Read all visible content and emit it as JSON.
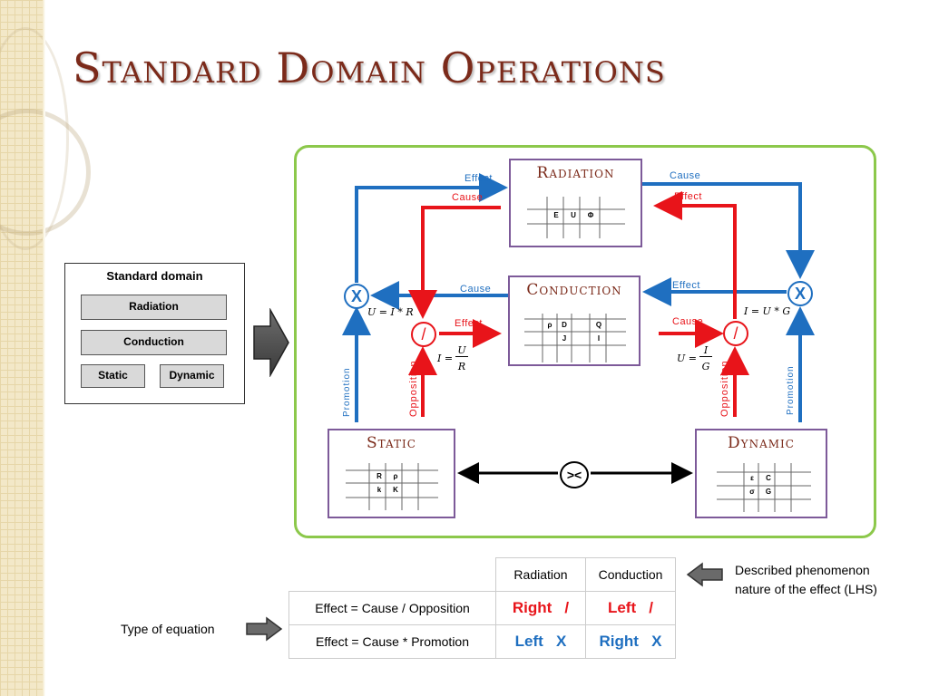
{
  "title": "Standard Domain Operations",
  "standard_domain": {
    "title": "Standard domain",
    "radiation": "Radiation",
    "conduction": "Conduction",
    "static": "Static",
    "dynamic": "Dynamic"
  },
  "boxes": {
    "radiation": {
      "title": "Radiation",
      "cells": [
        "E",
        "U",
        "Φ"
      ]
    },
    "conduction": {
      "title": "Conduction",
      "cells": [
        "ρ",
        "D",
        "Q",
        "J",
        "I"
      ]
    },
    "static": {
      "title": "Static",
      "cells": [
        "R",
        "ρ",
        "k",
        "K"
      ]
    },
    "dynamic": {
      "title": "Dynamic",
      "cells": [
        "ε",
        "C",
        "σ",
        "G"
      ]
    }
  },
  "labels": {
    "effect": "Effect",
    "cause": "Cause",
    "promotion": "Promotion",
    "opposition": "Opposition"
  },
  "operators": {
    "multiply": "X",
    "divide": "/",
    "compare": "><"
  },
  "equations": {
    "u_ir": "U = I * R",
    "i_ug": "I = U * G",
    "i_lhs": "I =",
    "i_num": "U",
    "i_den": "R",
    "u_lhs": "U =",
    "u_num": "I",
    "u_den": "G"
  },
  "table": {
    "headers": [
      "Radiation",
      "Conduction"
    ],
    "rows": [
      {
        "label": "Effect = Cause / Opposition",
        "radiation": "Right   /",
        "conduction": "Left   /",
        "color": "#e8141a"
      },
      {
        "label": "Effect = Cause * Promotion",
        "radiation": "Left   X",
        "conduction": "Right   X",
        "color": "#1f6fc0"
      }
    ]
  },
  "notes": {
    "phenomenon_line1": "Described phenomenon",
    "phenomenon_line2": "nature of the effect (LHS)",
    "type_of_equation": "Type of equation"
  },
  "colors": {
    "blue": "#1f6fc0",
    "red": "#e8141a",
    "green": "#8cc84b",
    "purple": "#7d5a99",
    "title": "#7b2a1a"
  }
}
